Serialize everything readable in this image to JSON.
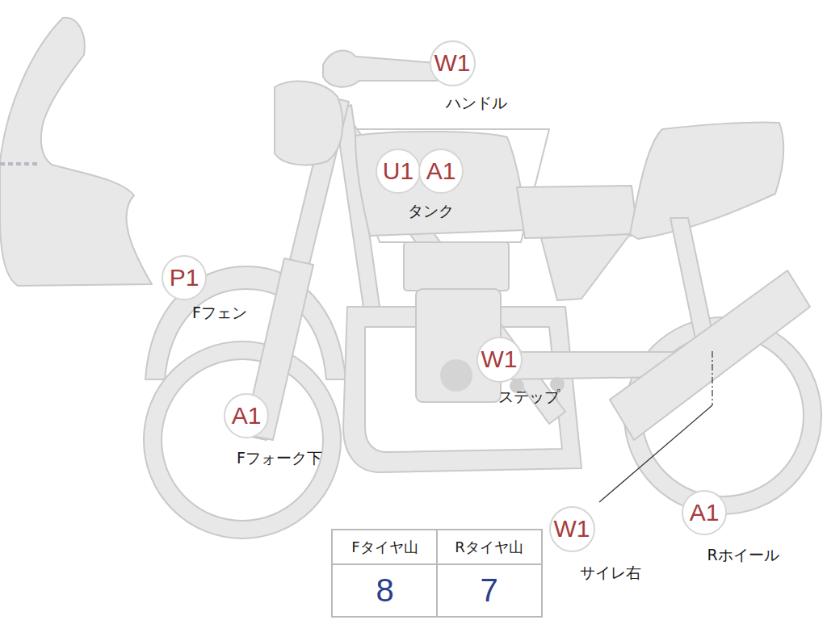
{
  "diagram": {
    "nodes": [
      {
        "text": [
          "W1",
          "ハンドル"
        ]
      },
      {
        "text": [
          "U1"
        ]
      },
      {
        "text": [
          "A1"
        ]
      },
      {
        "text": [
          "P1",
          "Fフェン"
        ]
      },
      {
        "text": [
          "A1",
          "Fフォーク下"
        ]
      },
      {
        "text": [
          "W1",
          "ステップ"
        ]
      },
      {
        "text": [
          "W1",
          "サイレ右"
        ]
      },
      {
        "text": [
          "A1",
          "Rホイール"
        ]
      }
    ],
    "labels": [
      "タンク",
      "Fタイヤ山",
      "Rタイヤ山",
      "8",
      "7"
    ]
  }
}
